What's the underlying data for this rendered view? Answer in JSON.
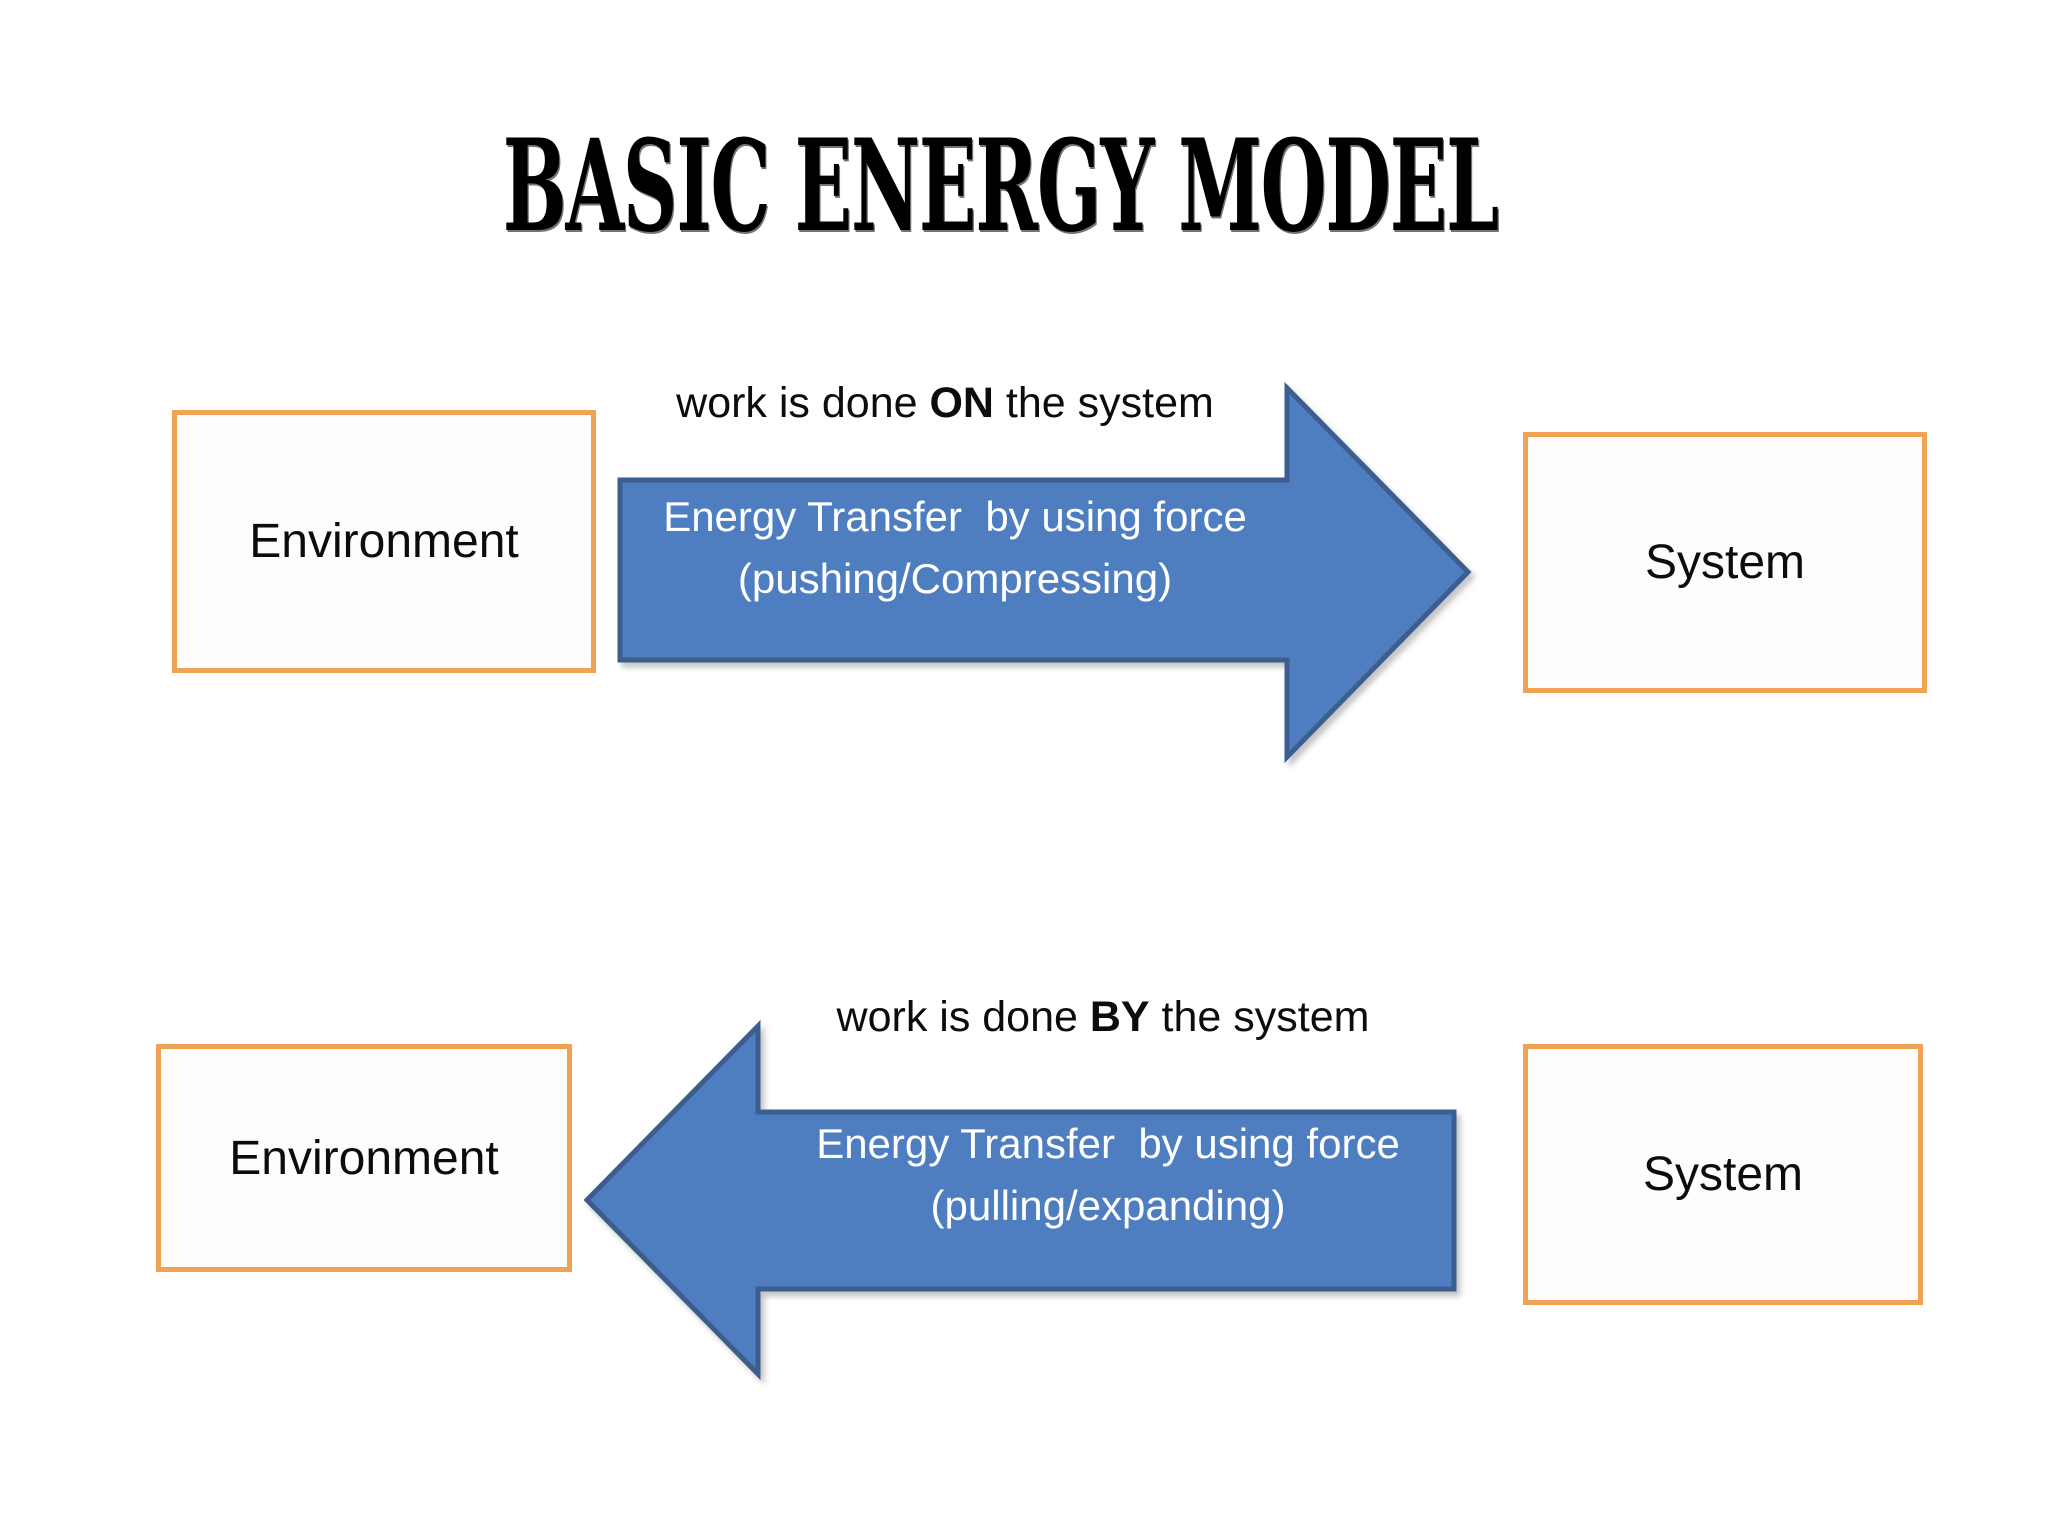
{
  "title": "BASIC ENERGY MODEL",
  "colors": {
    "orange-border": "#F0A355",
    "blue-fill": "#4E7EC0",
    "blue-stroke": "#3C5E8F",
    "box-fill": "#FDFDFB",
    "text-dark": "#111111",
    "arrow-text": "#FFFFFF",
    "background": "#FFFFFF"
  },
  "top_flow": {
    "caption": {
      "prefix": "work is done ",
      "emphasis": "ON",
      "suffix": " the system"
    },
    "environment_label": "Environment",
    "system_label": "System",
    "arrow": {
      "direction": "right",
      "line1": "Energy Transfer  by using force",
      "line2": "(pushing/Compressing)"
    }
  },
  "bottom_flow": {
    "caption": {
      "prefix": "work is done ",
      "emphasis": "BY",
      "suffix": " the system"
    },
    "environment_label": "Environment",
    "system_label": "System",
    "arrow": {
      "direction": "left",
      "line1": "Energy Transfer  by using force",
      "line2": "(pulling/expanding)"
    }
  }
}
